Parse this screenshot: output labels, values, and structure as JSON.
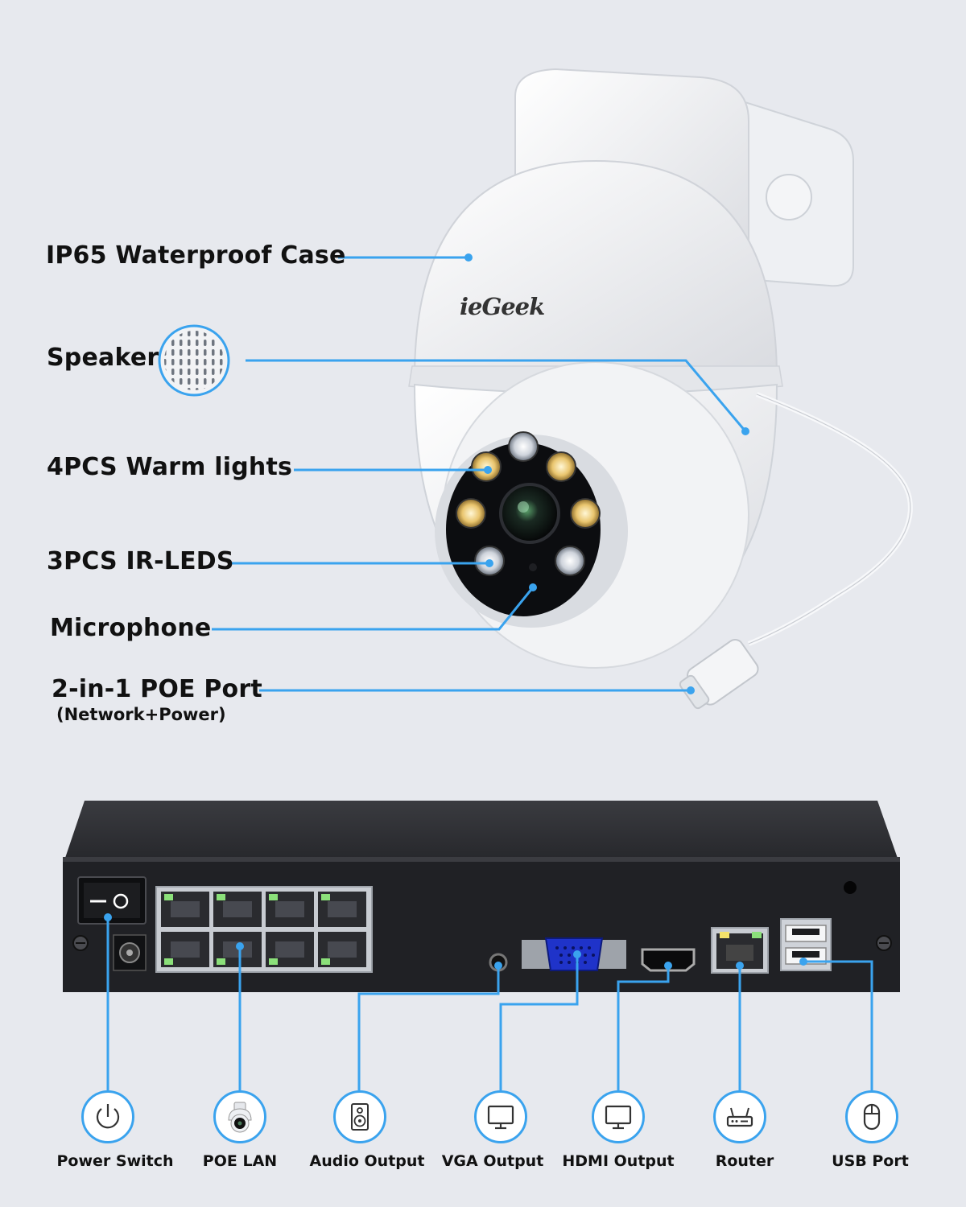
{
  "brand": "ieGeek",
  "camera_callouts": [
    {
      "label": "IP65 Waterproof Case"
    },
    {
      "label": "Speaker"
    },
    {
      "label": "4PCS Warm lights"
    },
    {
      "label": "3PCS IR-LEDS"
    },
    {
      "label": "Microphone"
    },
    {
      "label": "2-in-1 POE Port",
      "sublabel": "(Network+Power)"
    }
  ],
  "nvr_ports": [
    {
      "label": "Power Switch",
      "icon": "power-icon"
    },
    {
      "label": "POE LAN",
      "icon": "camera-icon"
    },
    {
      "label": "Audio Output",
      "icon": "speaker-icon"
    },
    {
      "label": "VGA Output",
      "icon": "monitor-icon"
    },
    {
      "label": "HDMI Output",
      "icon": "monitor-icon"
    },
    {
      "label": "Router",
      "icon": "router-icon"
    },
    {
      "label": "USB Port",
      "icon": "mouse-icon"
    }
  ],
  "colors": {
    "accent": "#3aa3ee",
    "background": "#e7e9ee",
    "nvr_body": "#2a2b2f"
  }
}
